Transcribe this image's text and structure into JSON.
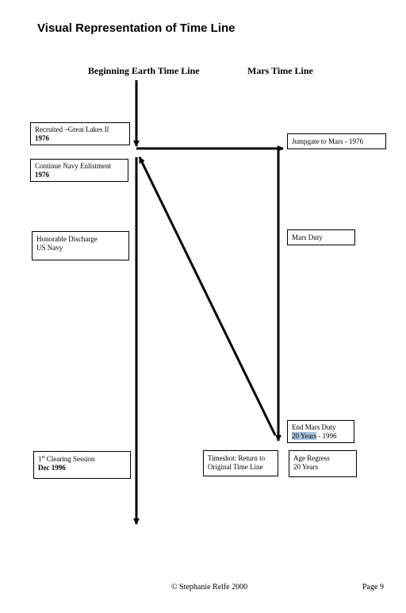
{
  "title": "Visual Representation of Time Line",
  "columns": {
    "earth": "Beginning Earth Time Line",
    "mars": "Mars Time Line"
  },
  "earth_boxes": {
    "recruited": {
      "line1": "Recruited –Great Lakes Il",
      "line2": "1976"
    },
    "continue": {
      "line1": "Continue Navy Enlistment",
      "line2": "1976"
    },
    "discharge": {
      "line1": "Honorable Discharge",
      "line2": "US Navy"
    },
    "clearing": {
      "line1_pre": "1",
      "line1_sup": "st",
      "line1_post": " Clearing Session",
      "line2": "Dec 1996"
    }
  },
  "mars_boxes": {
    "jumpgate": {
      "line1": "Jumpgate to Mars - 1976"
    },
    "duty": {
      "line1": "Mars Duty"
    },
    "end_duty": {
      "line1": "End Mars Duty",
      "line2_highlight": "20 Years",
      "line2_rest": " - 1996"
    },
    "age_regress": {
      "line1": "Age Regress",
      "line2": "20 Years"
    }
  },
  "timeshot": {
    "line1": "Timeshot:  Return to",
    "line2": "Original Time Line"
  },
  "footer": {
    "copyright": "© Stephanie Relfe 2000",
    "page": "Page 9"
  }
}
